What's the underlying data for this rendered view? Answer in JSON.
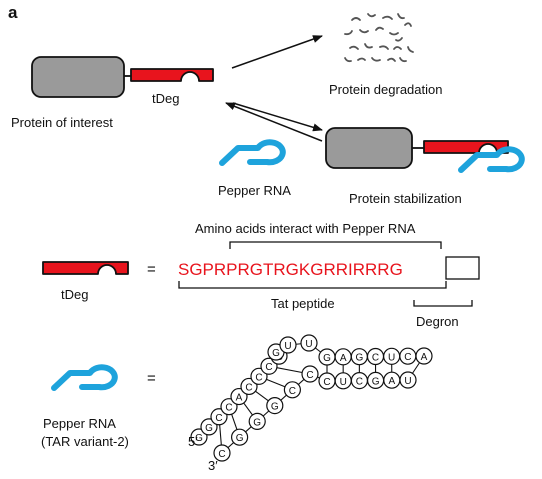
{
  "panel_label": "a",
  "labels": {
    "protein_of_interest": "Protein of interest",
    "tdeg_top": "tDeg",
    "protein_degradation": "Protein degradation",
    "pepper_rna_mid": "Pepper RNA",
    "protein_stabilization": "Protein stabilization",
    "amino_acids": "Amino acids interact with Pepper RNA",
    "tdeg_def": "tDeg",
    "equals_1": "=",
    "sequence_main": "SGPRPRGTRGKGRRIRR",
    "sequence_degron": "RG",
    "tat_peptide": "Tat peptide",
    "degron": "Degron",
    "equals_2": "=",
    "pepper_rna_bottom": "Pepper RNA",
    "tar_variant": "(TAR variant-2)",
    "five_prime": "5′",
    "three_prime": "3′"
  },
  "rna_structure": {
    "five_prime_strand": [
      "G",
      "G",
      "C",
      "C",
      "A",
      "C",
      "C",
      "C",
      "G",
      "G"
    ],
    "loop": [
      "U",
      "U"
    ],
    "top_strand": [
      "G",
      "A",
      "G",
      "C",
      "U",
      "C",
      "A"
    ],
    "bottom_strand": [
      "C",
      "U",
      "C",
      "G",
      "A",
      "U"
    ],
    "three_prime_strand": [
      "C",
      "C",
      "G",
      "G",
      "G",
      "C"
    ]
  },
  "colors": {
    "degron_red": "#e8141d",
    "protein_gray": "#9a9a9a",
    "pepper_blue": "#1ea3dc",
    "text": "#111111"
  }
}
